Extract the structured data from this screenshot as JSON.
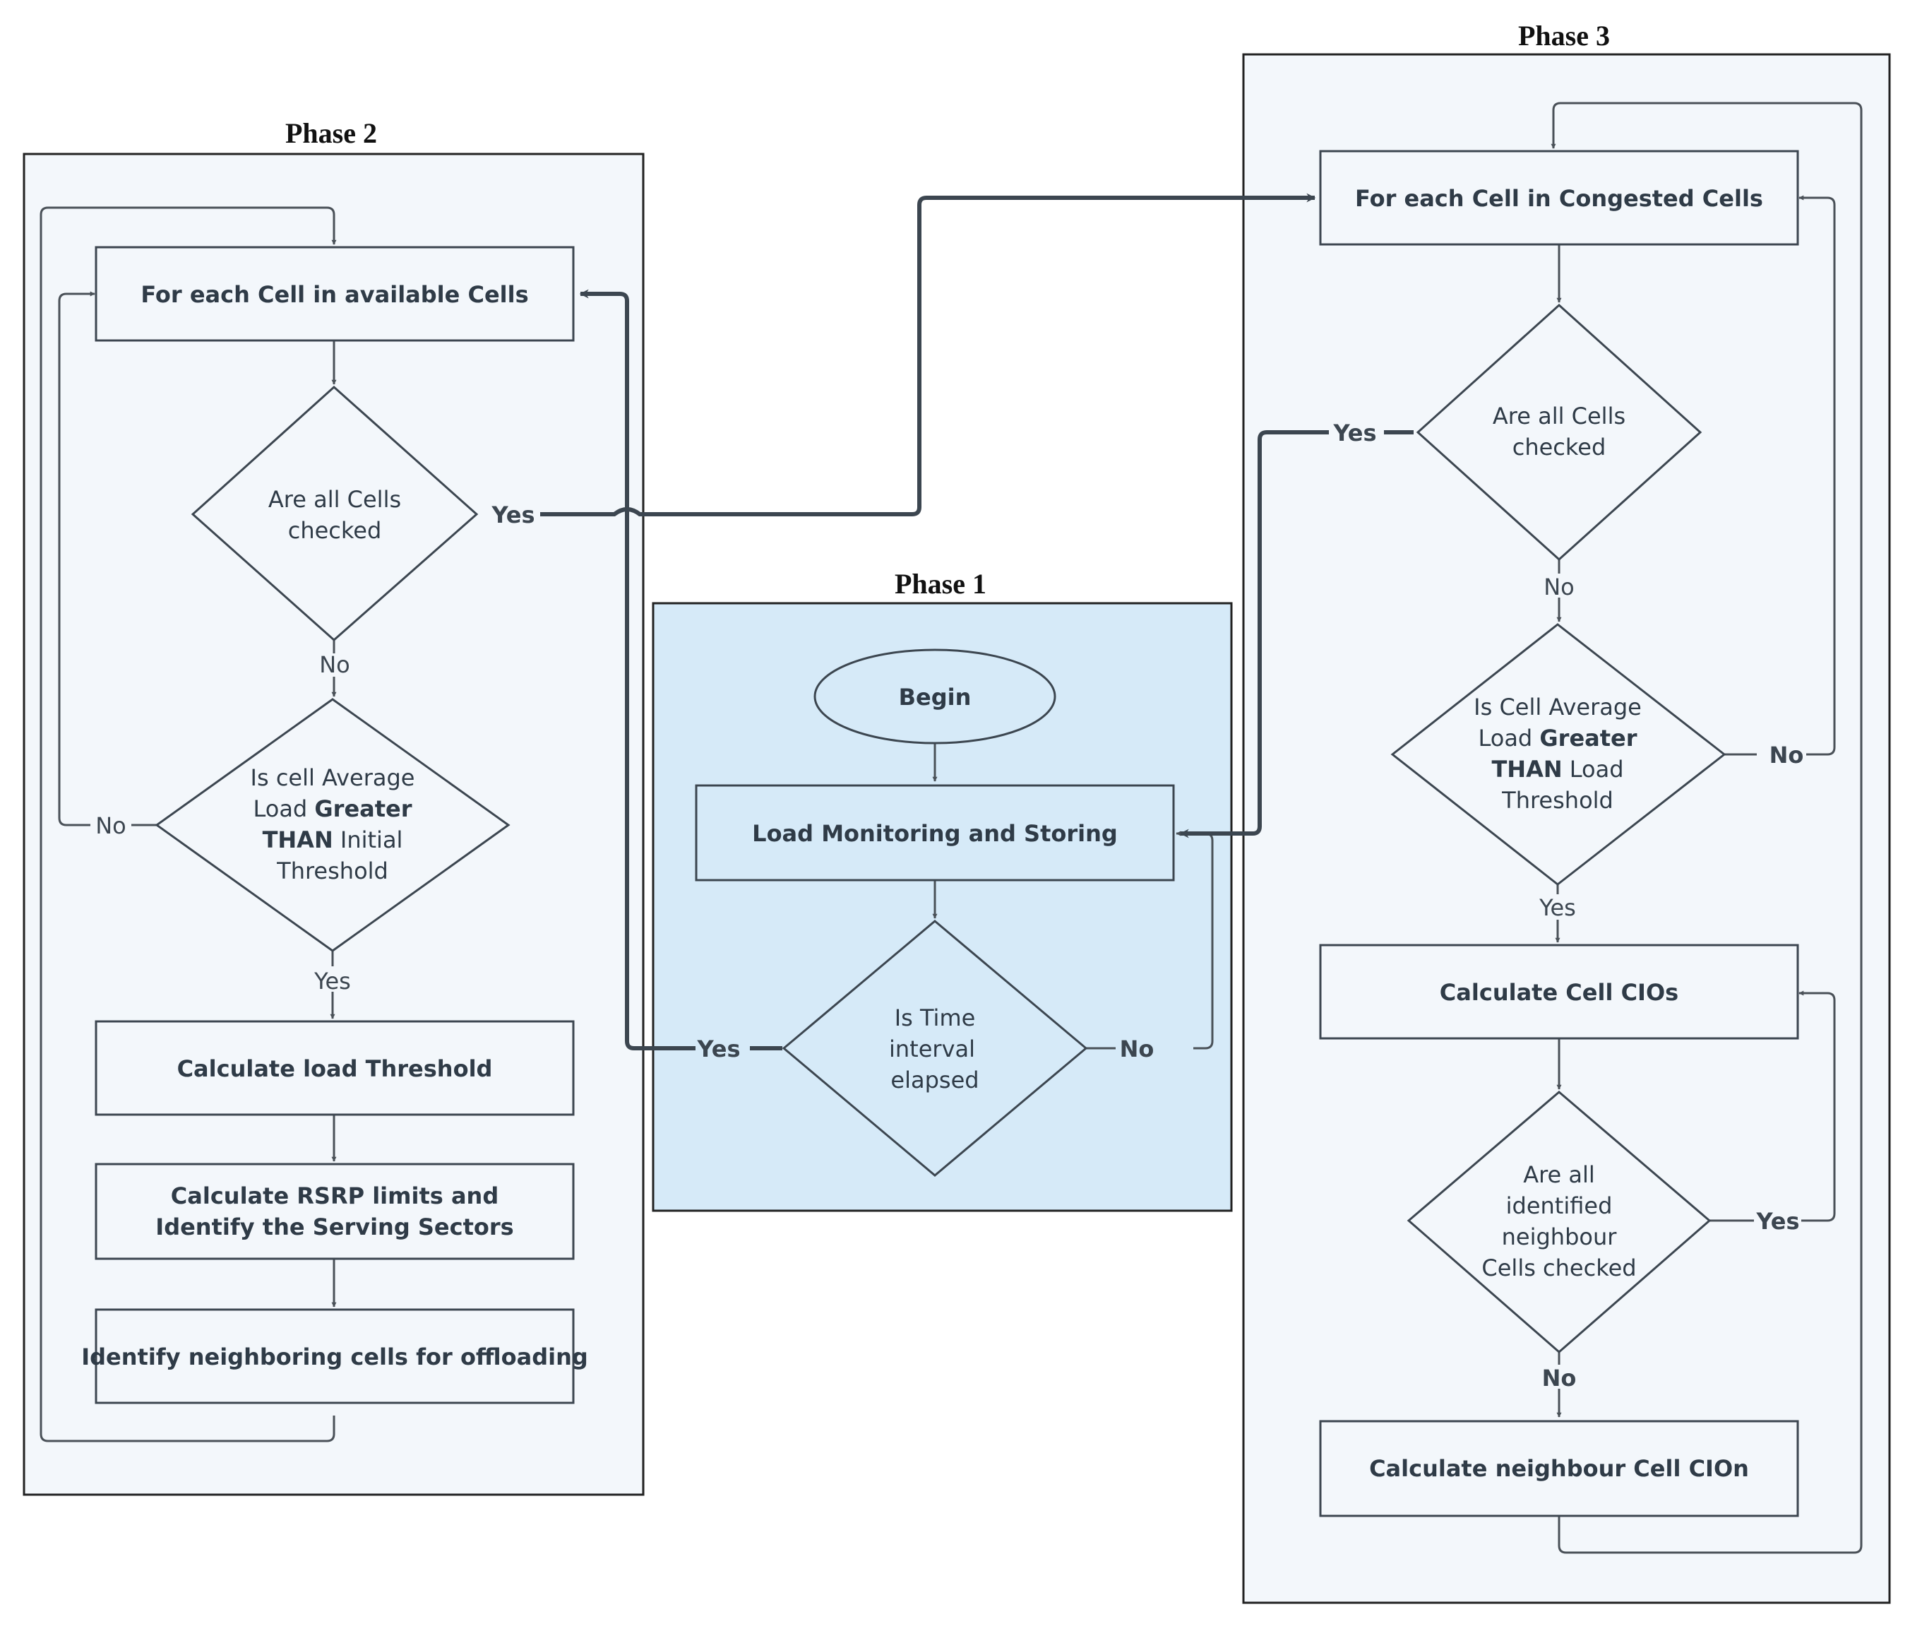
{
  "phases": {
    "phase1": "Phase 1",
    "phase2": "Phase 2",
    "phase3": "Phase 3"
  },
  "nodes": {
    "begin": "Begin",
    "load_monitoring": "Load Monitoring and Storing",
    "time_elapsed": [
      "Is Time",
      "interval",
      "elapsed"
    ],
    "p2_for_each": "For each Cell in available Cells",
    "p2_all_checked": [
      "Are all Cells",
      "checked"
    ],
    "p2_avg_load": {
      "line1": "Is cell Average",
      "line2_a": "Load ",
      "line2_b": "Greater",
      "line3_a": "THAN",
      "line3_b": " Initial",
      "line4": "Threshold"
    },
    "p2_calc_threshold": "Calculate load Threshold",
    "p2_rsrp": [
      "Calculate RSRP limits and",
      "Identify the Serving Sectors"
    ],
    "p2_identify_neighbors": "Identify neighboring cells for offloading",
    "p3_for_each": "For each Cell in Congested Cells",
    "p3_all_checked": [
      "Are all Cells",
      "checked"
    ],
    "p3_avg_load": {
      "line1": "Is Cell Average",
      "line2_a": "Load ",
      "line2_b": "Greater",
      "line3_a": "THAN",
      "line3_b": " Load",
      "line4": "Threshold"
    },
    "p3_calc_cios": "Calculate Cell CIOs",
    "p3_neighbors_checked": [
      "Are all",
      "identified",
      "neighbour",
      "Cells checked"
    ],
    "p3_calc_cion": "Calculate neighbour Cell CIOn"
  },
  "edge_labels": {
    "p1_yes": "Yes",
    "p1_no": "No",
    "p2_yes_top": "Yes",
    "p2_no_mid": "No",
    "p2_no_left": "No",
    "p2_yes_bottom": "Yes",
    "p3_yes_top": "Yes",
    "p3_no_mid": "No",
    "p3_no_right": "No",
    "p3_yes_mid": "Yes",
    "p3_yes_right": "Yes",
    "p3_no_bottom": "No"
  },
  "colors": {
    "phase1_fill": "#d6eaf8",
    "panel_fill": "#f3f7fb",
    "stroke": "#3c4650",
    "connector": "#4a5158"
  }
}
